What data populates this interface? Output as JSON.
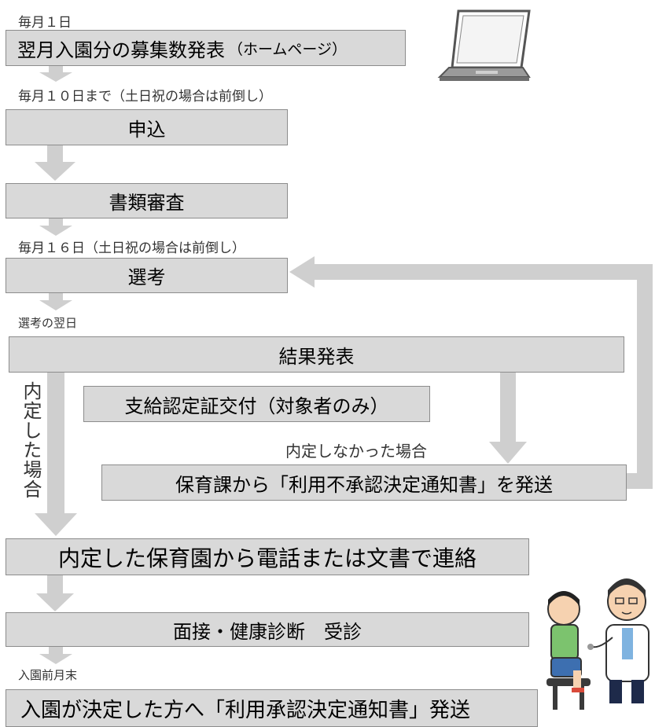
{
  "colors": {
    "box_fill": "#d9d9d9",
    "box_border": "#8c8c8c",
    "arrow": "#cfcfcf"
  },
  "notes": {
    "n1": "毎月１日",
    "n2": "毎月１０日まで（土日祝の場合は前倒し）",
    "n3": "毎月１６日（土日祝の場合は前倒し）",
    "n4": "選考の翌日",
    "n5": "入園前月末",
    "not_accepted": "内定しなかった場合",
    "accepted_vertical": "内定した場合"
  },
  "steps": {
    "s1_main": "翌月入園分の募集数発表",
    "s1_sub": "（ホームページ）",
    "s2": "申込",
    "s3": "書類審査",
    "s4": "選考",
    "s5": "結果発表",
    "s6": "支給認定証交付（対象者のみ）",
    "s7": "保育課から「利用不承認決定通知書」を発送",
    "s8": "内定した保育園から電話または文書で連絡",
    "s9": "面接・健康診断　受診",
    "s10": "入園が決定した方へ「利用承認決定通知書」発送"
  },
  "icons": {
    "laptop": "laptop-illustration",
    "doctor": "doctor-examining-child-illustration"
  }
}
